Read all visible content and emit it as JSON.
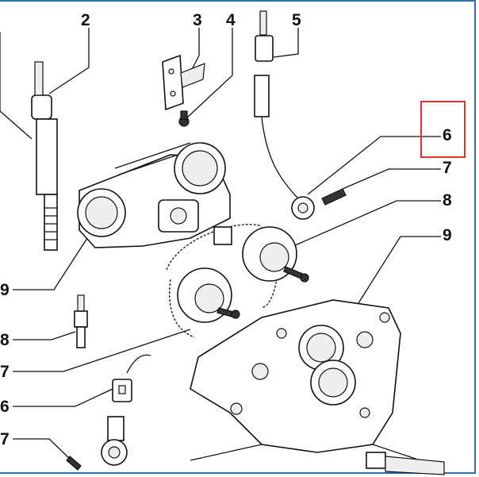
{
  "diagram": {
    "callouts": [
      {
        "id": "c-2-top",
        "label": "2"
      },
      {
        "id": "c-3-top",
        "label": "3"
      },
      {
        "id": "c-4-top",
        "label": "4"
      },
      {
        "id": "c-5-top",
        "label": "5"
      },
      {
        "id": "c-6-right",
        "label": "6"
      },
      {
        "id": "c-7-right",
        "label": "7"
      },
      {
        "id": "c-8-right",
        "label": "8"
      },
      {
        "id": "c-9-right",
        "label": "9"
      },
      {
        "id": "c-9-left",
        "label": "9"
      },
      {
        "id": "c-8-left",
        "label": "8"
      },
      {
        "id": "c-7-left-a",
        "label": "7"
      },
      {
        "id": "c-6-left",
        "label": "6"
      },
      {
        "id": "c-7-left-b",
        "label": "7"
      }
    ],
    "highlighted_callout": "6",
    "colors": {
      "highlight": "#e03030",
      "frame": "#2a6fb0",
      "ink": "#111111"
    }
  }
}
